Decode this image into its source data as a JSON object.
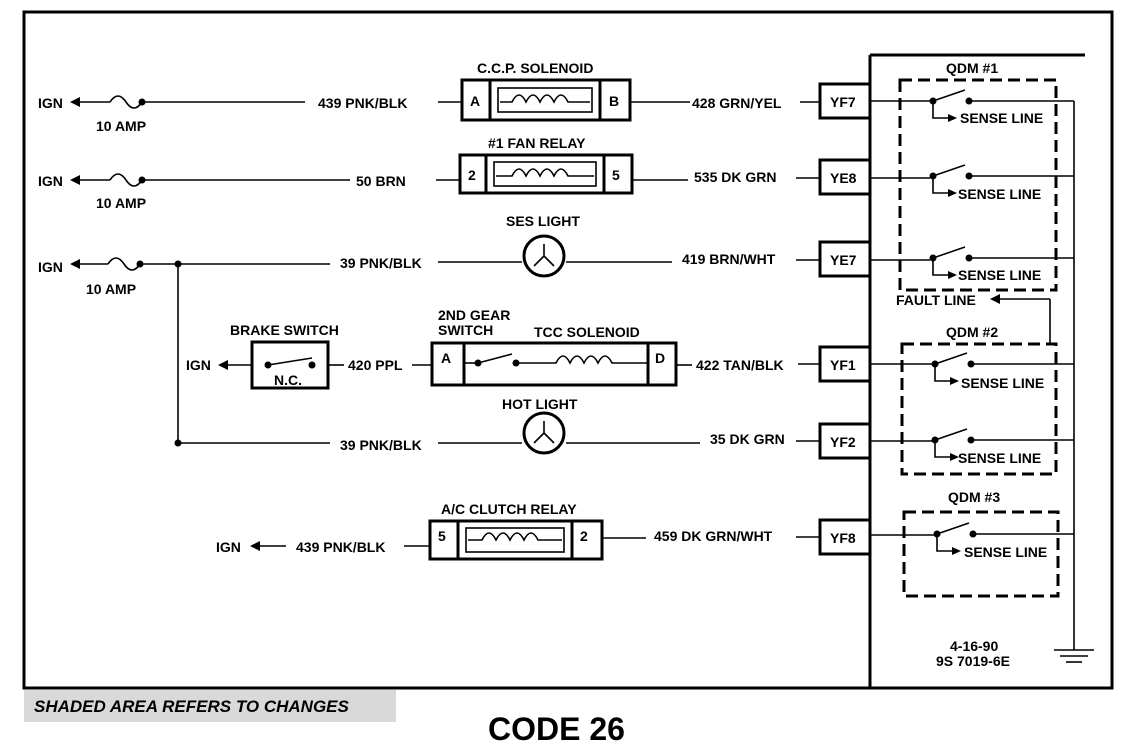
{
  "diagram": {
    "title": "CODE 26",
    "footnote": "SHADED AREA REFERS TO CHANGES",
    "date": "4-16-90",
    "ref": "9S 7019-6E",
    "ign": "IGN",
    "fuse": "10 AMP",
    "components": {
      "ccp": {
        "title": "C.C.P. SOLENOID",
        "pin_left": "A",
        "pin_right": "B"
      },
      "fan": {
        "title": "#1 FAN RELAY",
        "pin_left": "2",
        "pin_right": "5"
      },
      "ses": {
        "title": "SES LIGHT"
      },
      "tcc": {
        "title_a": "2ND GEAR",
        "title_b": "SWITCH",
        "title_c": "TCC SOLENOID",
        "pin_left": "A",
        "pin_right": "D"
      },
      "brake": {
        "title": "BRAKE SWITCH",
        "state": "N.C."
      },
      "hot": {
        "title": "HOT LIGHT"
      },
      "ac": {
        "title": "A/C CLUTCH RELAY",
        "pin_left": "5",
        "pin_right": "2"
      }
    },
    "wires": {
      "w439a": "439 PNK/BLK",
      "w428": "428 GRN/YEL",
      "w50": "50 BRN",
      "w535": "535 DK GRN",
      "w39a": "39 PNK/BLK",
      "w419": "419 BRN/WHT",
      "w420": "420 PPL",
      "w422": "422 TAN/BLK",
      "w39b": "39 PNK/BLK",
      "w35": "35 DK GRN",
      "w439b": "439 PNK/BLK",
      "w459": "459 DK GRN/WHT"
    },
    "pins": [
      "YF7",
      "YE8",
      "YE7",
      "YF1",
      "YF2",
      "YF8"
    ],
    "qdm": {
      "q1": "QDM #1",
      "q2": "QDM #2",
      "q3": "QDM #3",
      "sense": "SENSE LINE",
      "fault": "FAULT LINE"
    }
  }
}
